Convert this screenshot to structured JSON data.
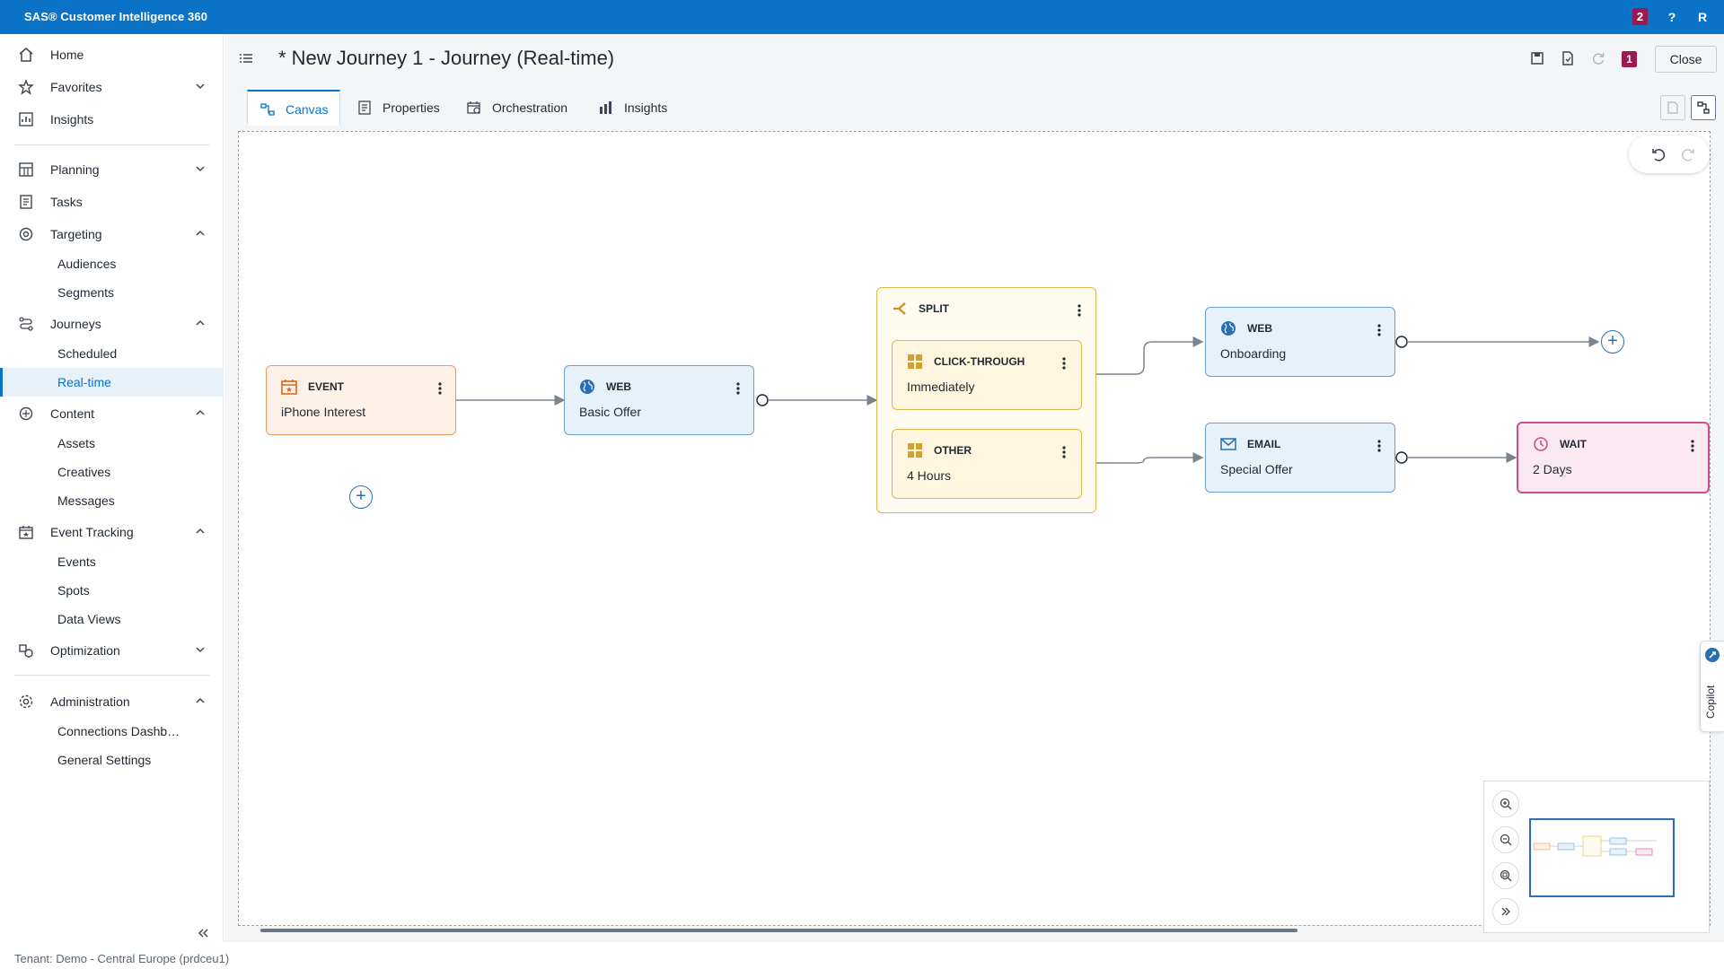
{
  "app": {
    "title": "SAS® Customer Intelligence 360",
    "notifications_count": "2",
    "help_label": "?",
    "user_initial": "R"
  },
  "sidebar": {
    "items": [
      {
        "label": "Home",
        "icon": "home-icon"
      },
      {
        "label": "Favorites",
        "icon": "star-icon",
        "expanded": false
      },
      {
        "label": "Insights",
        "icon": "insights-icon"
      },
      {
        "label": "Planning",
        "icon": "planning-icon",
        "expanded": false
      },
      {
        "label": "Tasks",
        "icon": "tasks-icon"
      },
      {
        "label": "Targeting",
        "icon": "targeting-icon",
        "expanded": true,
        "children": [
          "Audiences",
          "Segments"
        ]
      },
      {
        "label": "Journeys",
        "icon": "journeys-icon",
        "expanded": true,
        "children": [
          "Scheduled",
          "Real-time"
        ]
      },
      {
        "label": "Content",
        "icon": "content-icon",
        "expanded": true,
        "children": [
          "Assets",
          "Creatives",
          "Messages"
        ]
      },
      {
        "label": "Event Tracking",
        "icon": "event-tracking-icon",
        "expanded": true,
        "children": [
          "Events",
          "Spots",
          "Data Views"
        ]
      },
      {
        "label": "Optimization",
        "icon": "optimization-icon",
        "expanded": false
      },
      {
        "label": "Administration",
        "icon": "administration-icon",
        "expanded": true,
        "children": [
          "Connections Dashb…",
          "General Settings"
        ]
      }
    ],
    "active_item": "Real-time"
  },
  "header": {
    "title": "* New Journey 1 - Journey (Real-time)",
    "issues_count": "1",
    "close_label": "Close"
  },
  "tabs": [
    {
      "label": "Canvas",
      "icon": "canvas-icon",
      "active": true
    },
    {
      "label": "Properties",
      "icon": "properties-icon",
      "active": false
    },
    {
      "label": "Orchestration",
      "icon": "orchestration-icon",
      "active": false
    },
    {
      "label": "Insights",
      "icon": "insights-tab-icon",
      "active": false
    }
  ],
  "journey": {
    "nodes": {
      "event": {
        "type": "EVENT",
        "name": "iPhone Interest"
      },
      "web_basic": {
        "type": "WEB",
        "name": "Basic Offer"
      },
      "split": {
        "type": "SPLIT"
      },
      "branch_click": {
        "type": "CLICK-THROUGH",
        "name": "Immediately"
      },
      "branch_other": {
        "type": "OTHER",
        "name": "4 Hours"
      },
      "web_onboarding": {
        "type": "WEB",
        "name": "Onboarding"
      },
      "email": {
        "type": "EMAIL",
        "name": "Special Offer"
      },
      "wait": {
        "type": "WAIT",
        "name": "2 Days"
      }
    },
    "colors": {
      "event": "#e79a5f",
      "web": "#6d9fcf",
      "split": "#e2b64a",
      "wait": "#d14d8b"
    }
  },
  "copilot": {
    "label": "Copilot"
  },
  "footer": {
    "tenant": "Tenant: Demo - Central Europe (prdceu1)"
  }
}
